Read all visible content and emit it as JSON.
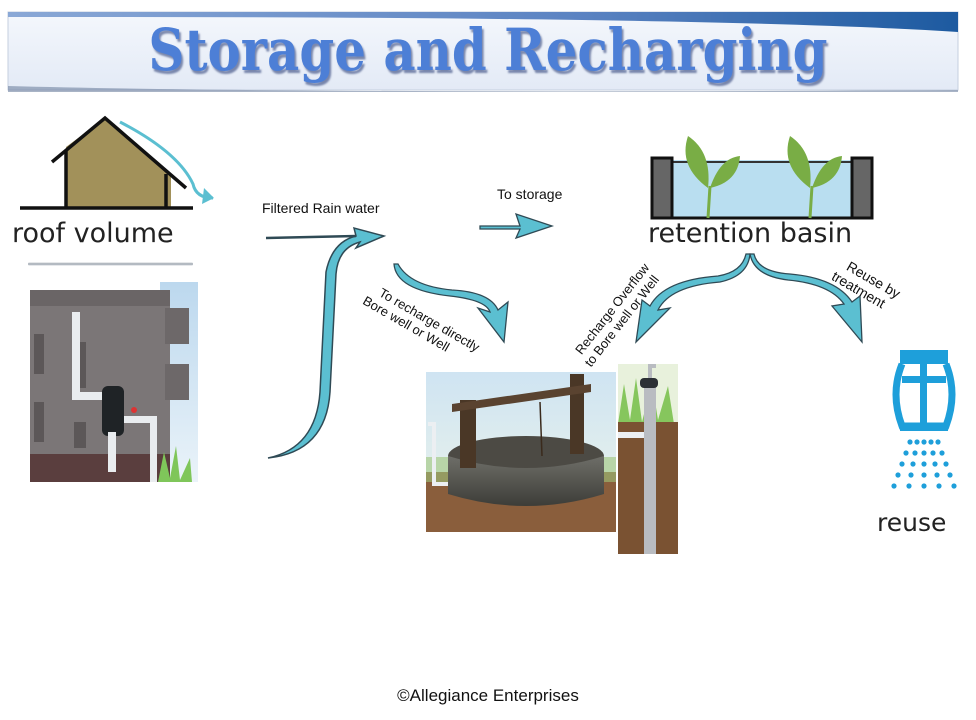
{
  "slide": {
    "title": "Storage and Recharging",
    "footer": "©Allegiance Enterprises"
  },
  "diagram": {
    "nodes": {
      "roof": {
        "label": "roof volume",
        "icon": "house-icon"
      },
      "filter_photo": {
        "icon": "building-downpipe-filter-photo"
      },
      "basin": {
        "label": "retention basin",
        "icon": "retention-basin-icon"
      },
      "well_photo": {
        "icon": "open-well-photo"
      },
      "borewell_photo": {
        "icon": "bore-well-photo"
      },
      "reuse": {
        "label": "reuse",
        "icon": "sprinkler-icon"
      }
    },
    "edges": {
      "filtered": "Filtered Rain water",
      "to_storage": "To storage",
      "recharge_direct": [
        "To recharge directly",
        "Bore well or Well"
      ],
      "recharge_overflow": [
        "Recharge Overflow",
        "to Bore well or Well"
      ],
      "reuse_treatment": [
        "Reuse by",
        "treatment"
      ]
    }
  },
  "colors": {
    "title": "#4d7fd6",
    "arrow_fill": "#5bbfd1",
    "arrow_stroke": "#2f4a55",
    "house_fill": "#a2915a",
    "water": "#b9def0",
    "leaf": "#79ad45",
    "sprinkler": "#1e9fda"
  }
}
